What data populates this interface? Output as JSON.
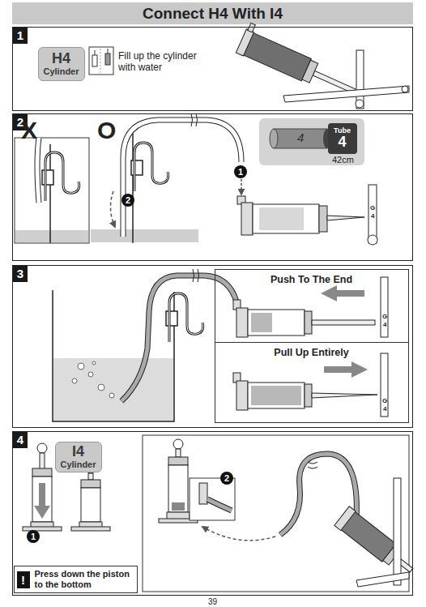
{
  "diagram": {
    "title": "Connect H4 With I4",
    "nodes": [
      {
        "text": [
          "1"
        ]
      },
      {
        "text": [
          "H4",
          "Cylinder"
        ],
        "in": 0
      },
      {
        "text": [
          "2"
        ]
      },
      {
        "text": [
          "Tube",
          "4"
        ],
        "in": 2
      },
      {
        "text": [
          "3"
        ]
      },
      {
        "text": [
          "Push To The End"
        ],
        "in": 4
      },
      {
        "text": [
          "Pull Up Entirely"
        ],
        "in": 4
      },
      {
        "text": [
          "4"
        ]
      },
      {
        "text": [
          "I4",
          "Cylinder"
        ],
        "in": 7
      },
      {
        "text": [
          "!",
          "Press down the piston to the bottom"
        ],
        "in": 7
      }
    ],
    "labels": [
      "Fill up the cylinder with water",
      "X",
      "O",
      "1",
      "2",
      "4",
      "42cm",
      "G",
      "4",
      "G",
      "4",
      "G",
      "4",
      "1",
      "2",
      "39"
    ]
  }
}
